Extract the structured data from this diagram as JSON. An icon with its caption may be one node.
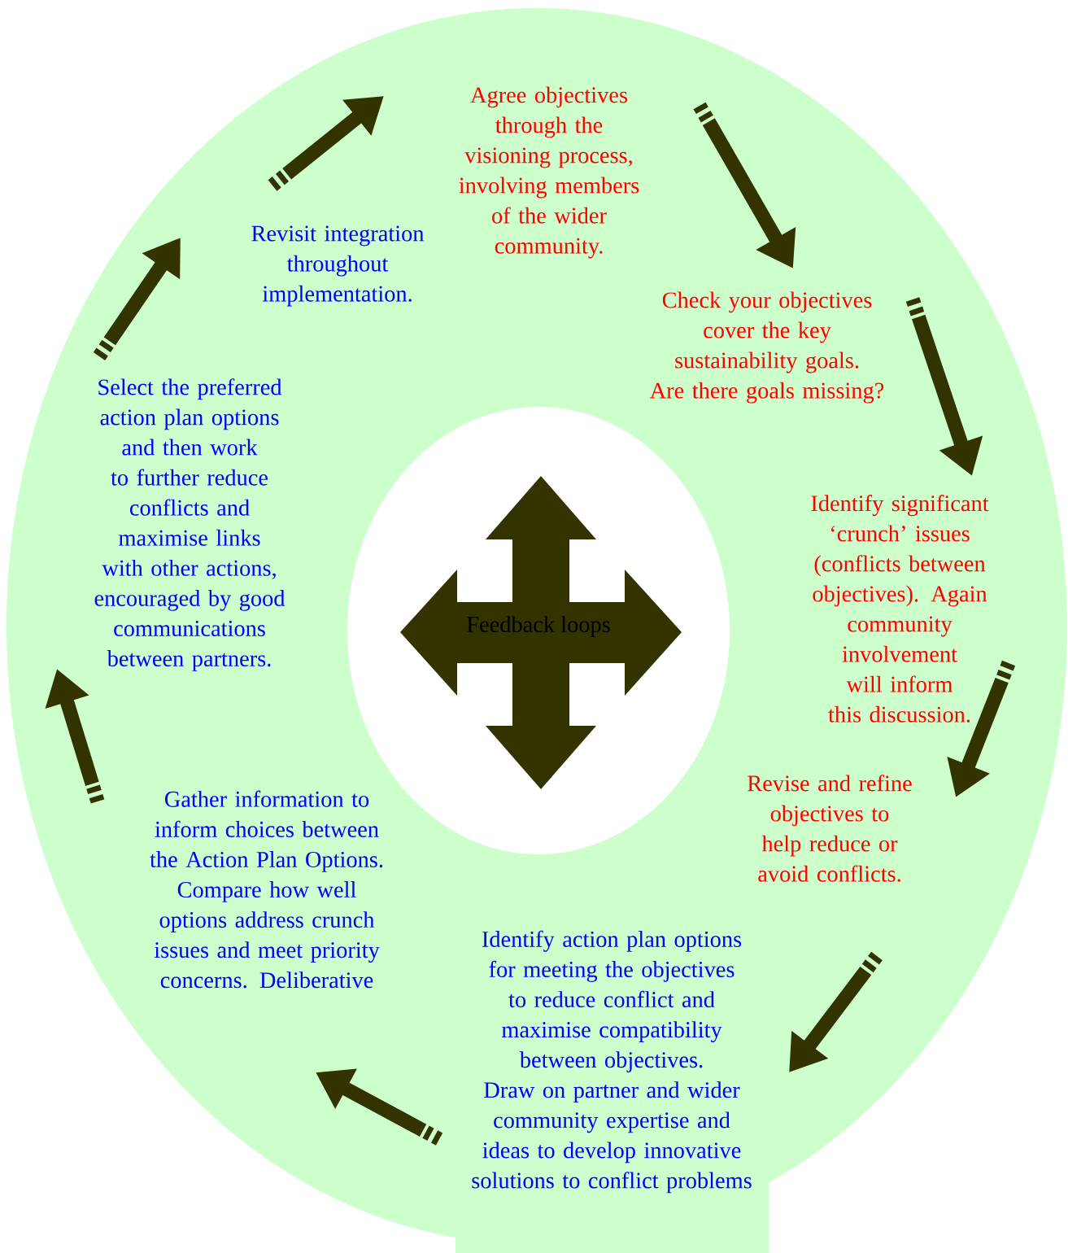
{
  "diagram": {
    "nodes": [
      {
        "text": [
          "Agree objectives through the visioning process, involving members of the wider community."
        ]
      },
      {
        "text": [
          "Check your objectives cover the key sustainability goals. Are there goals missing?"
        ]
      },
      {
        "text": [
          "Identify significant ‘crunch’ issues (conflicts between objectives). Again community involvement will inform this discussion."
        ]
      },
      {
        "text": [
          "Revise and refine objectives to help reduce or avoid conflicts."
        ]
      },
      {
        "text": [
          "Identify action plan options for meeting the objectives to reduce conflict and maximise compatibility between objectives.",
          "Draw on partner and wider community expertise and ideas to develop innovative solutions to conflict problems"
        ]
      },
      {
        "text": [
          "Gather information to inform choices between the Action Plan Options.",
          "Compare how well options address crunch issues and meet priority concerns. Deliberative"
        ]
      },
      {
        "text": [
          "Select the preferred action plan options and then work to further reduce conflicts and maximise links with other actions, encouraged by good communications between partners."
        ]
      },
      {
        "text": [
          "Revisit integration throughout implementation."
        ]
      },
      {
        "text": [
          "Feedback loops"
        ]
      }
    ],
    "edges": [
      {
        "from": 0,
        "to": 1,
        "arrow": "to"
      },
      {
        "from": 1,
        "to": 2,
        "arrow": "to"
      },
      {
        "from": 2,
        "to": 3,
        "arrow": "to"
      },
      {
        "from": 3,
        "to": 4,
        "arrow": "to"
      },
      {
        "from": 4,
        "to": 5,
        "arrow": "to"
      },
      {
        "from": 5,
        "to": 6,
        "arrow": "to"
      },
      {
        "from": 6,
        "to": 7,
        "arrow": "to"
      },
      {
        "from": 7,
        "to": 0,
        "arrow": "to"
      }
    ]
  }
}
